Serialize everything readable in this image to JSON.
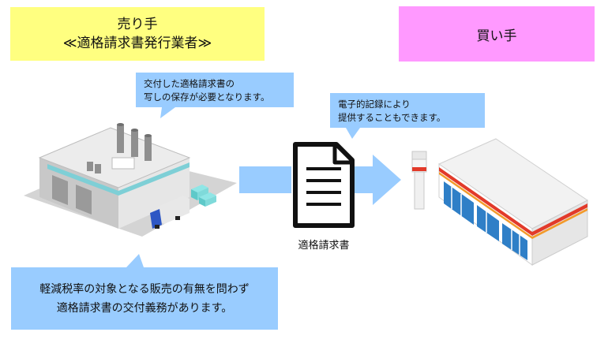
{
  "seller": {
    "title": "売り手",
    "subtitle": "≪適格請求書発行業者≫"
  },
  "buyer": {
    "title": "買い手"
  },
  "callouts": {
    "seller_note_line1": "交付した適格請求書の",
    "seller_note_line2": "写しの保存が必要となります。",
    "electronic_line1": "電子的記録により",
    "electronic_line2": "提供することもできます。",
    "obligation_line1": "軽減税率の対象となる販売の有無を問わず",
    "obligation_line2": "適格請求書の交付義務があります。"
  },
  "document": {
    "label": "適格請求書"
  },
  "colors": {
    "seller_bg": "#ffff80",
    "buyer_bg": "#ff99ff",
    "callout_bg": "#99ccff",
    "arrow": "#99ccff"
  },
  "icons": [
    "factory-icon",
    "document-icon",
    "convenience-store-icon",
    "arrow-icon"
  ]
}
